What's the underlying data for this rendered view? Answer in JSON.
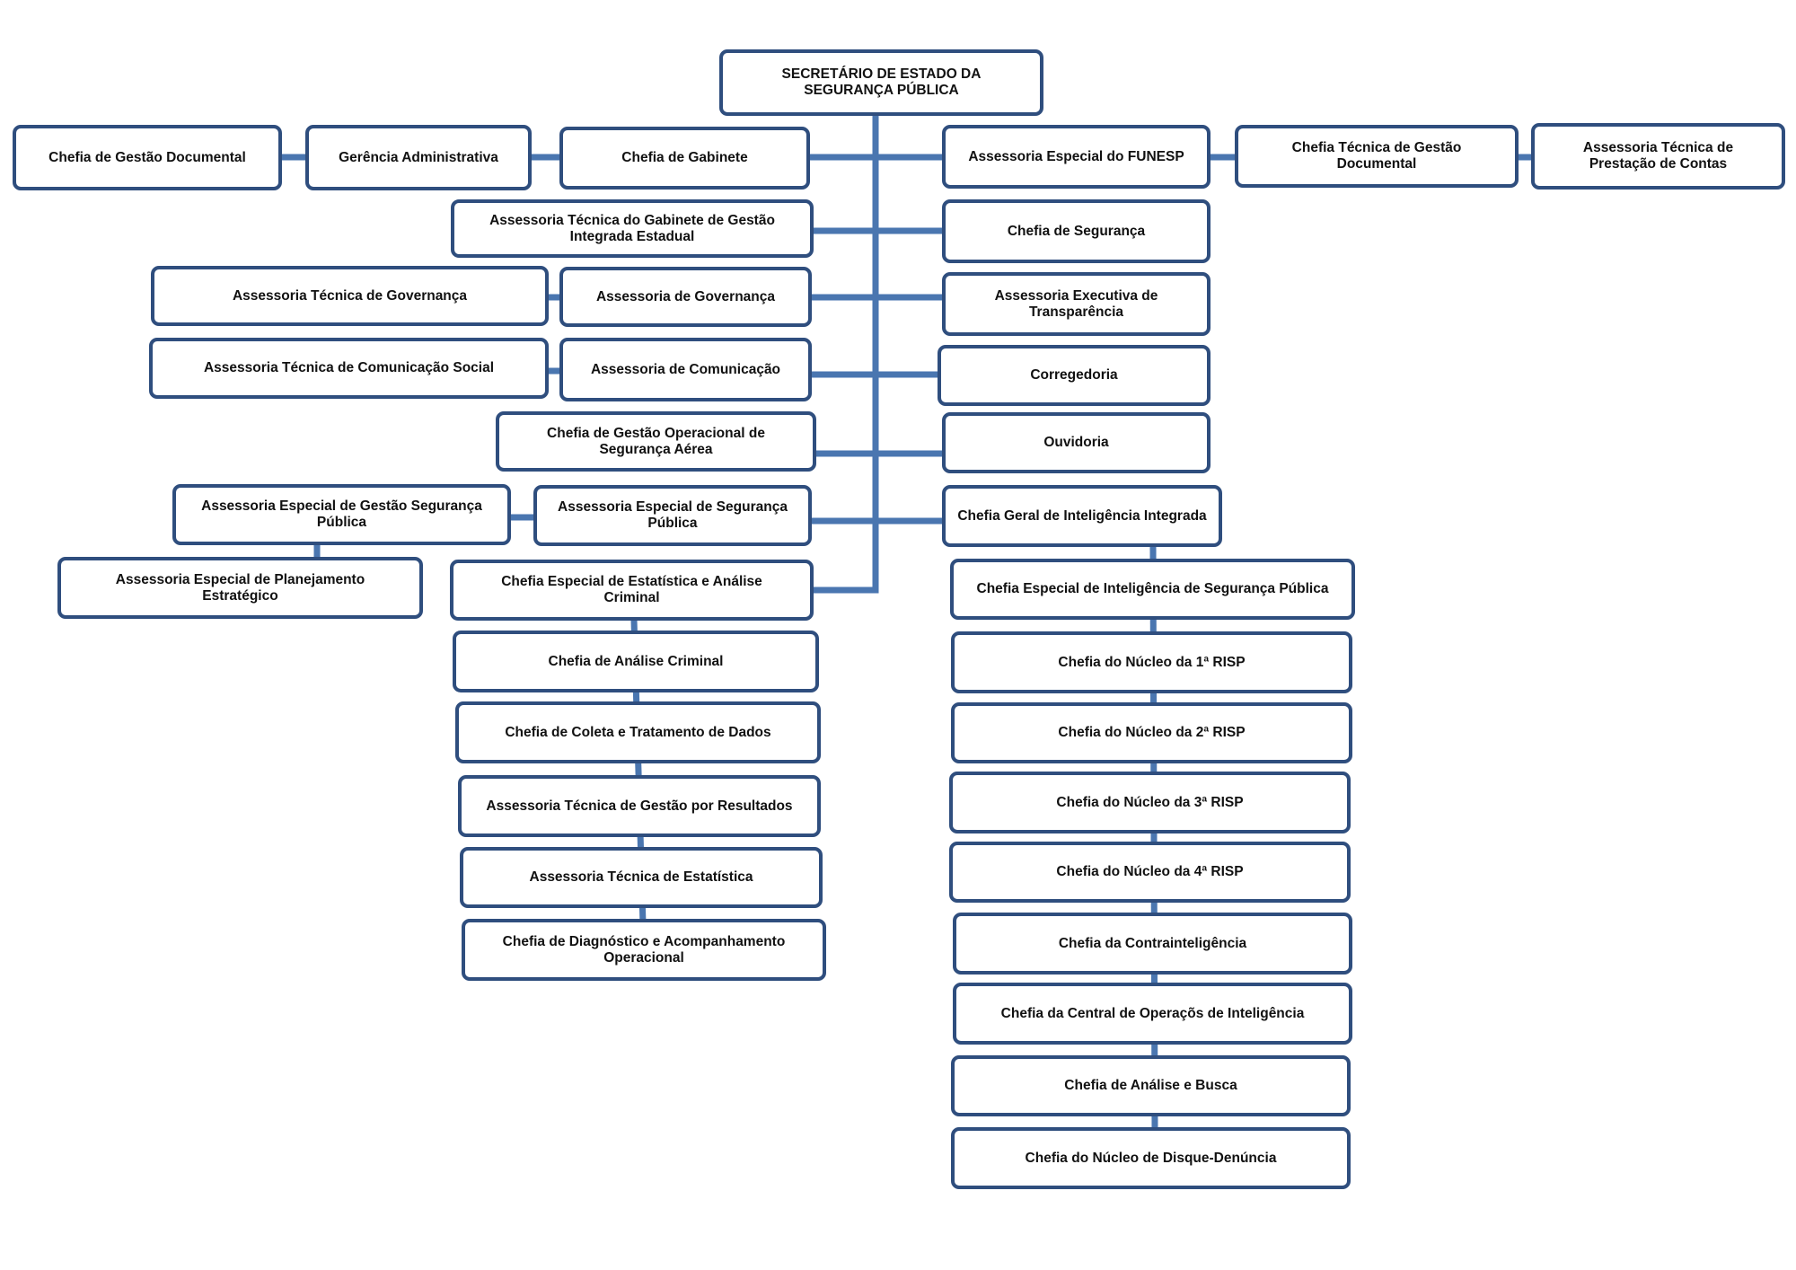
{
  "colors": {
    "line": "#4a76b0",
    "box_border": "#2f4e7e",
    "text": "#111111"
  },
  "nodes": {
    "secretario": "SECRETÁRIO DE ESTADO DA\nSEGURANÇA PÚBLICA",
    "chefia_gestao_documental": "Chefia de Gestão Documental",
    "gerencia_administrativa": "Gerência Administrativa",
    "chefia_gabinete": "Chefia de Gabinete",
    "assessoria_especial_funesp": "Assessoria Especial do FUNESP",
    "chefia_tecnica_gestao_documental": "Chefia Técnica de Gestão\nDocumental",
    "assessoria_tecnica_prestacao_contas": "Assessoria Técnica de\nPrestação de Contas",
    "assessoria_tecnica_gabinete_gestao": "Assessoria Técnica do Gabinete de Gestão\nIntegrada Estadual",
    "chefia_seguranca": "Chefia de Segurança",
    "assessoria_tecnica_governanca": "Assessoria Técnica de Governança",
    "assessoria_governanca": "Assessoria de Governança",
    "assessoria_executiva_transparencia": "Assessoria Executiva de\nTransparência",
    "assessoria_tecnica_comunicacao_social": "Assessoria Técnica de Comunicação Social",
    "assessoria_comunicacao": "Assessoria de Comunicação",
    "corregedoria": "Corregedoria",
    "chefia_gestao_operacional_aerea": "Chefia de Gestão Operacional de\nSegurança Aérea",
    "ouvidoria": "Ouvidoria",
    "assessoria_especial_gestao_seg_publica": "Assessoria Especial de Gestão Segurança\nPública",
    "assessoria_especial_seguranca_publica": "Assessoria Especial de Segurança\nPública",
    "chefia_geral_inteligencia": "Chefia Geral de Inteligência Integrada",
    "assessoria_especial_planejamento": "Assessoria Especial de Planejamento\nEstratégico",
    "chefia_especial_estatistica": "Chefia Especial de Estatística e Análise\nCriminal",
    "chefia_especial_inteligencia": "Chefia Especial de Inteligência de Segurança Pública",
    "chefia_analise_criminal": "Chefia de Análise Criminal",
    "chefia_nucleo_1_risp": "Chefia do Núcleo da 1ª RISP",
    "chefia_coleta_dados": "Chefia de Coleta e Tratamento de Dados",
    "chefia_nucleo_2_risp": "Chefia do Núcleo da 2ª RISP",
    "assessoria_tecnica_gestao_resultados": "Assessoria Técnica de Gestão por Resultados",
    "chefia_nucleo_3_risp": "Chefia do Núcleo da 3ª RISP",
    "assessoria_tecnica_estatistica": "Assessoria Técnica de Estatística",
    "chefia_nucleo_4_risp": "Chefia do Núcleo da 4ª RISP",
    "chefia_diagnostico": "Chefia de Diagnóstico e Acompanhamento\nOperacional",
    "chefia_contrainteligencia": "Chefia da Contrainteligência",
    "chefia_central_operacoes": "Chefia da Central de Operaçõs de Inteligência",
    "chefia_analise_busca": "Chefia de Análise e Busca",
    "chefia_disque_denuncia": "Chefia do Núcleo de Disque-Denúncia"
  }
}
